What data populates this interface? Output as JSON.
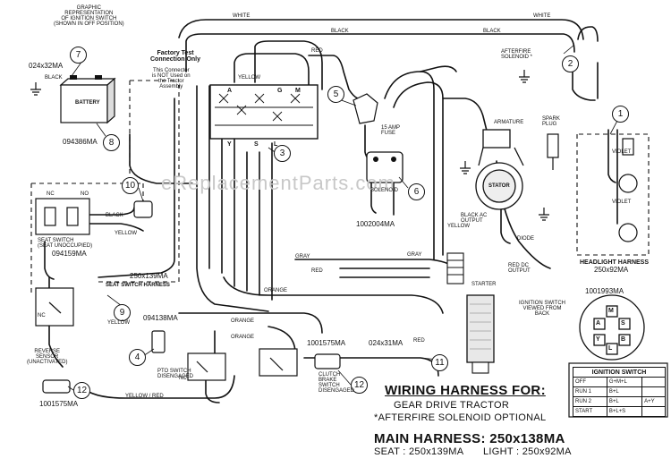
{
  "callouts": {
    "c1": "1",
    "c2": "2",
    "c3": "3",
    "c4": "4",
    "c5": "5",
    "c6": "6",
    "c7": "7",
    "c8": "8",
    "c9": "9",
    "c10": "10",
    "c11": "11",
    "c12a": "12",
    "c12b": "12"
  },
  "part_numbers": {
    "battery_cable": "024x32MA",
    "battery": "094386MA",
    "seat_switch": "094159MA",
    "seat_harness": "250x139MA",
    "pto_switch_part": "094138MA",
    "solenoid": "1002004MA",
    "clutch_switch": "1001575MA",
    "starter_cable": "024x31MA",
    "reverse_sensor": "1001575MA",
    "ignition_switch": "1001993MA",
    "headlight_harness": "250x92MA"
  },
  "labels": {
    "graphic_rep": "GRAPHIC\nREPRESENTATION\nOF IGNITION SWITCH\n(SHOWN IN OFF POSITION)",
    "factory_test": "Factory Test\nConnection Only",
    "factory_note": "This Connector\nis NOT Used on\nthe Tractor\nAssembly",
    "afterfire": "AFTERFIRE\nSOLENOID *",
    "armature": "ARMATURE",
    "spark_plug": "SPARK\nPLUG",
    "stator": "STATOR",
    "black_ac": "BLACK AC\nOUTPUT",
    "diode": "DIODE",
    "red_dc": "RED DC\nOUTPUT",
    "starter": "STARTER",
    "fuse": "15 AMP\nFUSE",
    "solenoid_lbl": "SOLENOID",
    "battery_lbl": "BATTERY",
    "seat_switch_lbl": "SEAT SWITCH\n(SEAT UNOCCUPIED)",
    "seat_switch_harness": "SEAT SWITCH HARNESS",
    "reverse_sensor_lbl": "REVERSE\nSENSOR\n(UNACTIVATED)",
    "pto_switch_lbl": "PTO SWITCH\nDISENGAGED",
    "clutch_lbl": "CLUTCH\nBRAKE\nSWITCH\nDISENGAGED",
    "ign_viewed": "IGNITION SWITCH\nVIEWED FROM\nBACK",
    "headlight_harness": "HEADLIGHT HARNESS"
  },
  "wire_colors": {
    "white": "WHITE",
    "black": "BLACK",
    "red": "RED",
    "yellow": "YELLOW",
    "orange": "ORANGE",
    "gray": "GRAY",
    "violet": "VIOLET",
    "yellow_red": "YELLOW / RED",
    "nc": "NC",
    "no": "NO"
  },
  "switch_terminals": {
    "a": "A",
    "g": "G",
    "m": "M",
    "y": "Y",
    "s": "S",
    "l": "L",
    "b": "B"
  },
  "ignition_table": {
    "title": "IGNITION SWITCH",
    "rows": [
      {
        "pos": "OFF",
        "circuit": "G+M+L",
        "extra": ""
      },
      {
        "pos": "RUN 1",
        "circuit": "B+L",
        "extra": ""
      },
      {
        "pos": "RUN 2",
        "circuit": "B+L",
        "extra": "A+Y"
      },
      {
        "pos": "START",
        "circuit": "B+L+S",
        "extra": ""
      }
    ]
  },
  "title": {
    "line1": "WIRING HARNESS FOR:",
    "line2": "GEAR DRIVE TRACTOR",
    "line3": "*AFTERFIRE SOLENOID OPTIONAL",
    "main": "MAIN HARNESS: 250x138MA",
    "seat": "SEAT : 250x139MA",
    "light": "LIGHT : 250x92MA"
  },
  "watermark": "eReplacementParts.com"
}
